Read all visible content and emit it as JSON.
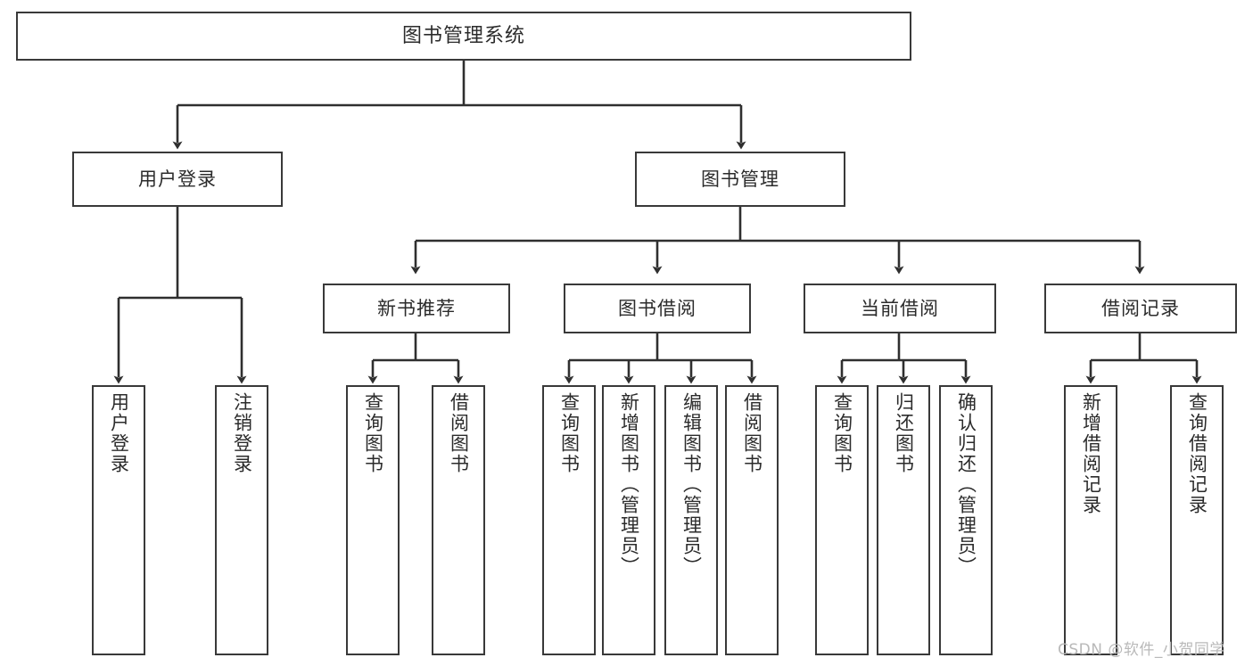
{
  "diagram": {
    "type": "hierarchy-tree",
    "title": "图书管理系统",
    "orientation": "top-down",
    "colors": {
      "background": "#ffffff",
      "stroke": "#393939",
      "text": "#2b2b2b",
      "watermark": "#b9b9b9"
    },
    "nodes": {
      "root": {
        "label": "图书管理系统"
      },
      "level2": [
        {
          "label": "用户登录"
        },
        {
          "label": "图书管理"
        }
      ],
      "level3": [
        {
          "label": "新书推荐"
        },
        {
          "label": "图书借阅"
        },
        {
          "label": "当前借阅"
        },
        {
          "label": "借阅记录"
        }
      ],
      "leaves_user_login": [
        {
          "label": "用户登录"
        },
        {
          "label": "注销登录"
        }
      ],
      "leaves_new_book": [
        {
          "label": "查询图书"
        },
        {
          "label": "借阅图书"
        }
      ],
      "leaves_borrow": [
        {
          "label": "查询图书"
        },
        {
          "label": "新增图书（管理员）"
        },
        {
          "label": "编辑图书（管理员）"
        },
        {
          "label": "借阅图书"
        }
      ],
      "leaves_current": [
        {
          "label": "查询图书"
        },
        {
          "label": "归还图书"
        },
        {
          "label": "确认归还（管理员）"
        }
      ],
      "leaves_records": [
        {
          "label": "新增借阅记录"
        },
        {
          "label": "查询借阅记录"
        }
      ]
    },
    "watermark": "CSDN @软件_小贺同学"
  }
}
